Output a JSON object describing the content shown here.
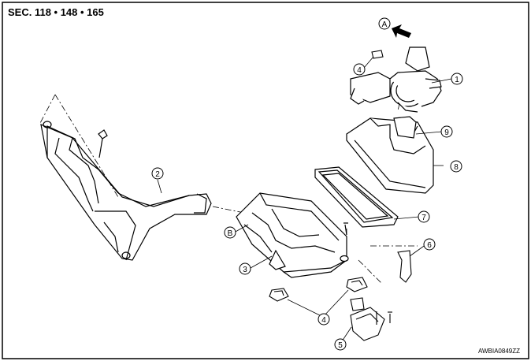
{
  "header": {
    "section": "SEC. 118 • 148 • 165"
  },
  "footer": {
    "code": "AWBIA0849ZZ"
  },
  "callouts": {
    "c1": "1",
    "c2": "2",
    "c3": "3",
    "c4a": "4",
    "c4b": "4",
    "c5": "5",
    "c6": "6",
    "c7": "7",
    "c8": "8",
    "c9": "9",
    "cA": "A",
    "cB": "B"
  },
  "icons": [
    "arrow-icon"
  ]
}
